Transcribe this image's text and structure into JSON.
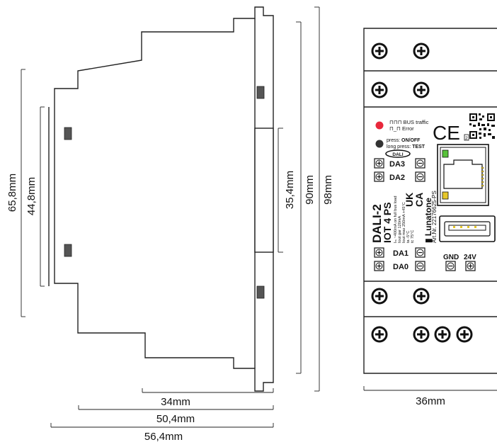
{
  "side_dimensions": {
    "height_outer": "98mm",
    "height_body": "90mm",
    "height_window": "35,4mm",
    "height_left": "65,8mm",
    "height_front": "44,8mm",
    "depth_front": "34mm",
    "depth_mid": "50,4mm",
    "depth_total": "56,4mm"
  },
  "front_dimensions": {
    "width": "36mm"
  },
  "front_panel": {
    "led_legend": {
      "bus_traffic": "BUS traffic",
      "error": "Error"
    },
    "button_legend": {
      "press": "press: ",
      "press_action": "ON/OFF",
      "long_press": "long press: ",
      "long_press_action": "TEST"
    },
    "dali_logo": "DALI",
    "ce_mark": "CE",
    "qr_number": "2",
    "terminals_top": [
      {
        "label": "DA3"
      },
      {
        "label": "DA2"
      }
    ],
    "terminals_bottom": [
      {
        "label": "DA1"
      },
      {
        "label": "DA0"
      }
    ],
    "product_line1": "DALI-2",
    "product_line2": "IOT 4 PS",
    "small_specs": [
      "Iₘ ~400mA on full bus load",
      "Iout gar 120mA",
      "Iout max 250mA  +45°C",
      "ta -5°C",
      "tc 75°C"
    ],
    "ukca_line1": "UK",
    "ukca_line2": "CA",
    "brand": "Lunatone",
    "art_nr": "Art.Nr. 22176625-PS",
    "power_labels": {
      "gnd": "GND",
      "v24": "24V"
    },
    "colors": {
      "led_red": "#e8283c",
      "led_green": "#58c23a",
      "led_yellow": "#e6c72a",
      "button_dark": "#333333"
    }
  }
}
